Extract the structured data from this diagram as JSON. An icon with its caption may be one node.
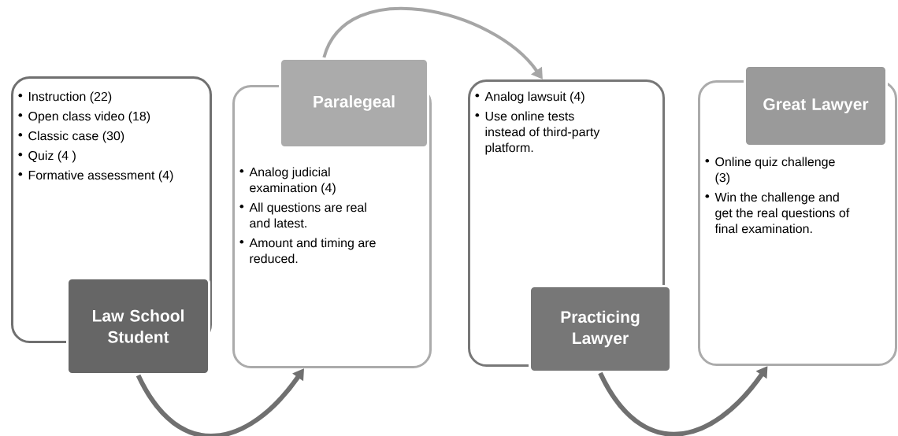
{
  "diagram": {
    "nodes": [
      {
        "text": [
          "Instruction (22)",
          "Open class video (18)",
          "Classic case (30)",
          "Quiz (4 )",
          "Formative assessment (4)"
        ]
      },
      {
        "text": [
          "Law School Student"
        ]
      },
      {
        "text": [
          "Analog judicial examination (4)",
          "All questions are real and latest.",
          "Amount and timing are reduced."
        ]
      },
      {
        "text": [
          "Paralegeal"
        ]
      },
      {
        "text": [
          "Analog lawsuit (4)",
          "Use online tests instead of third-party platform."
        ]
      },
      {
        "text": [
          "Practicing Lawyer"
        ]
      },
      {
        "text": [
          "Online quiz challenge (3)",
          "Win the challenge and get the real questions of final examination."
        ]
      },
      {
        "text": [
          "Great Lawyer"
        ]
      }
    ],
    "edges": [
      {
        "from": 1,
        "to": 2,
        "arrow": "to"
      },
      {
        "from": 3,
        "to": 4,
        "arrow": "to",
        "color": "#a6a6a6"
      },
      {
        "from": 5,
        "to": 6,
        "arrow": "to"
      }
    ]
  }
}
